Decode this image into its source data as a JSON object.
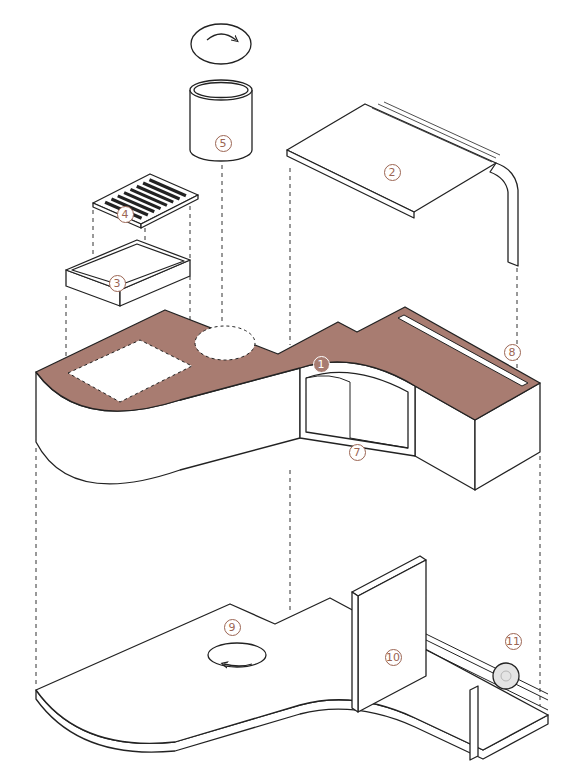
{
  "diagram": {
    "labels": [
      "1",
      "2",
      "3",
      "4",
      "5",
      "7",
      "8",
      "9",
      "10",
      "11"
    ]
  }
}
